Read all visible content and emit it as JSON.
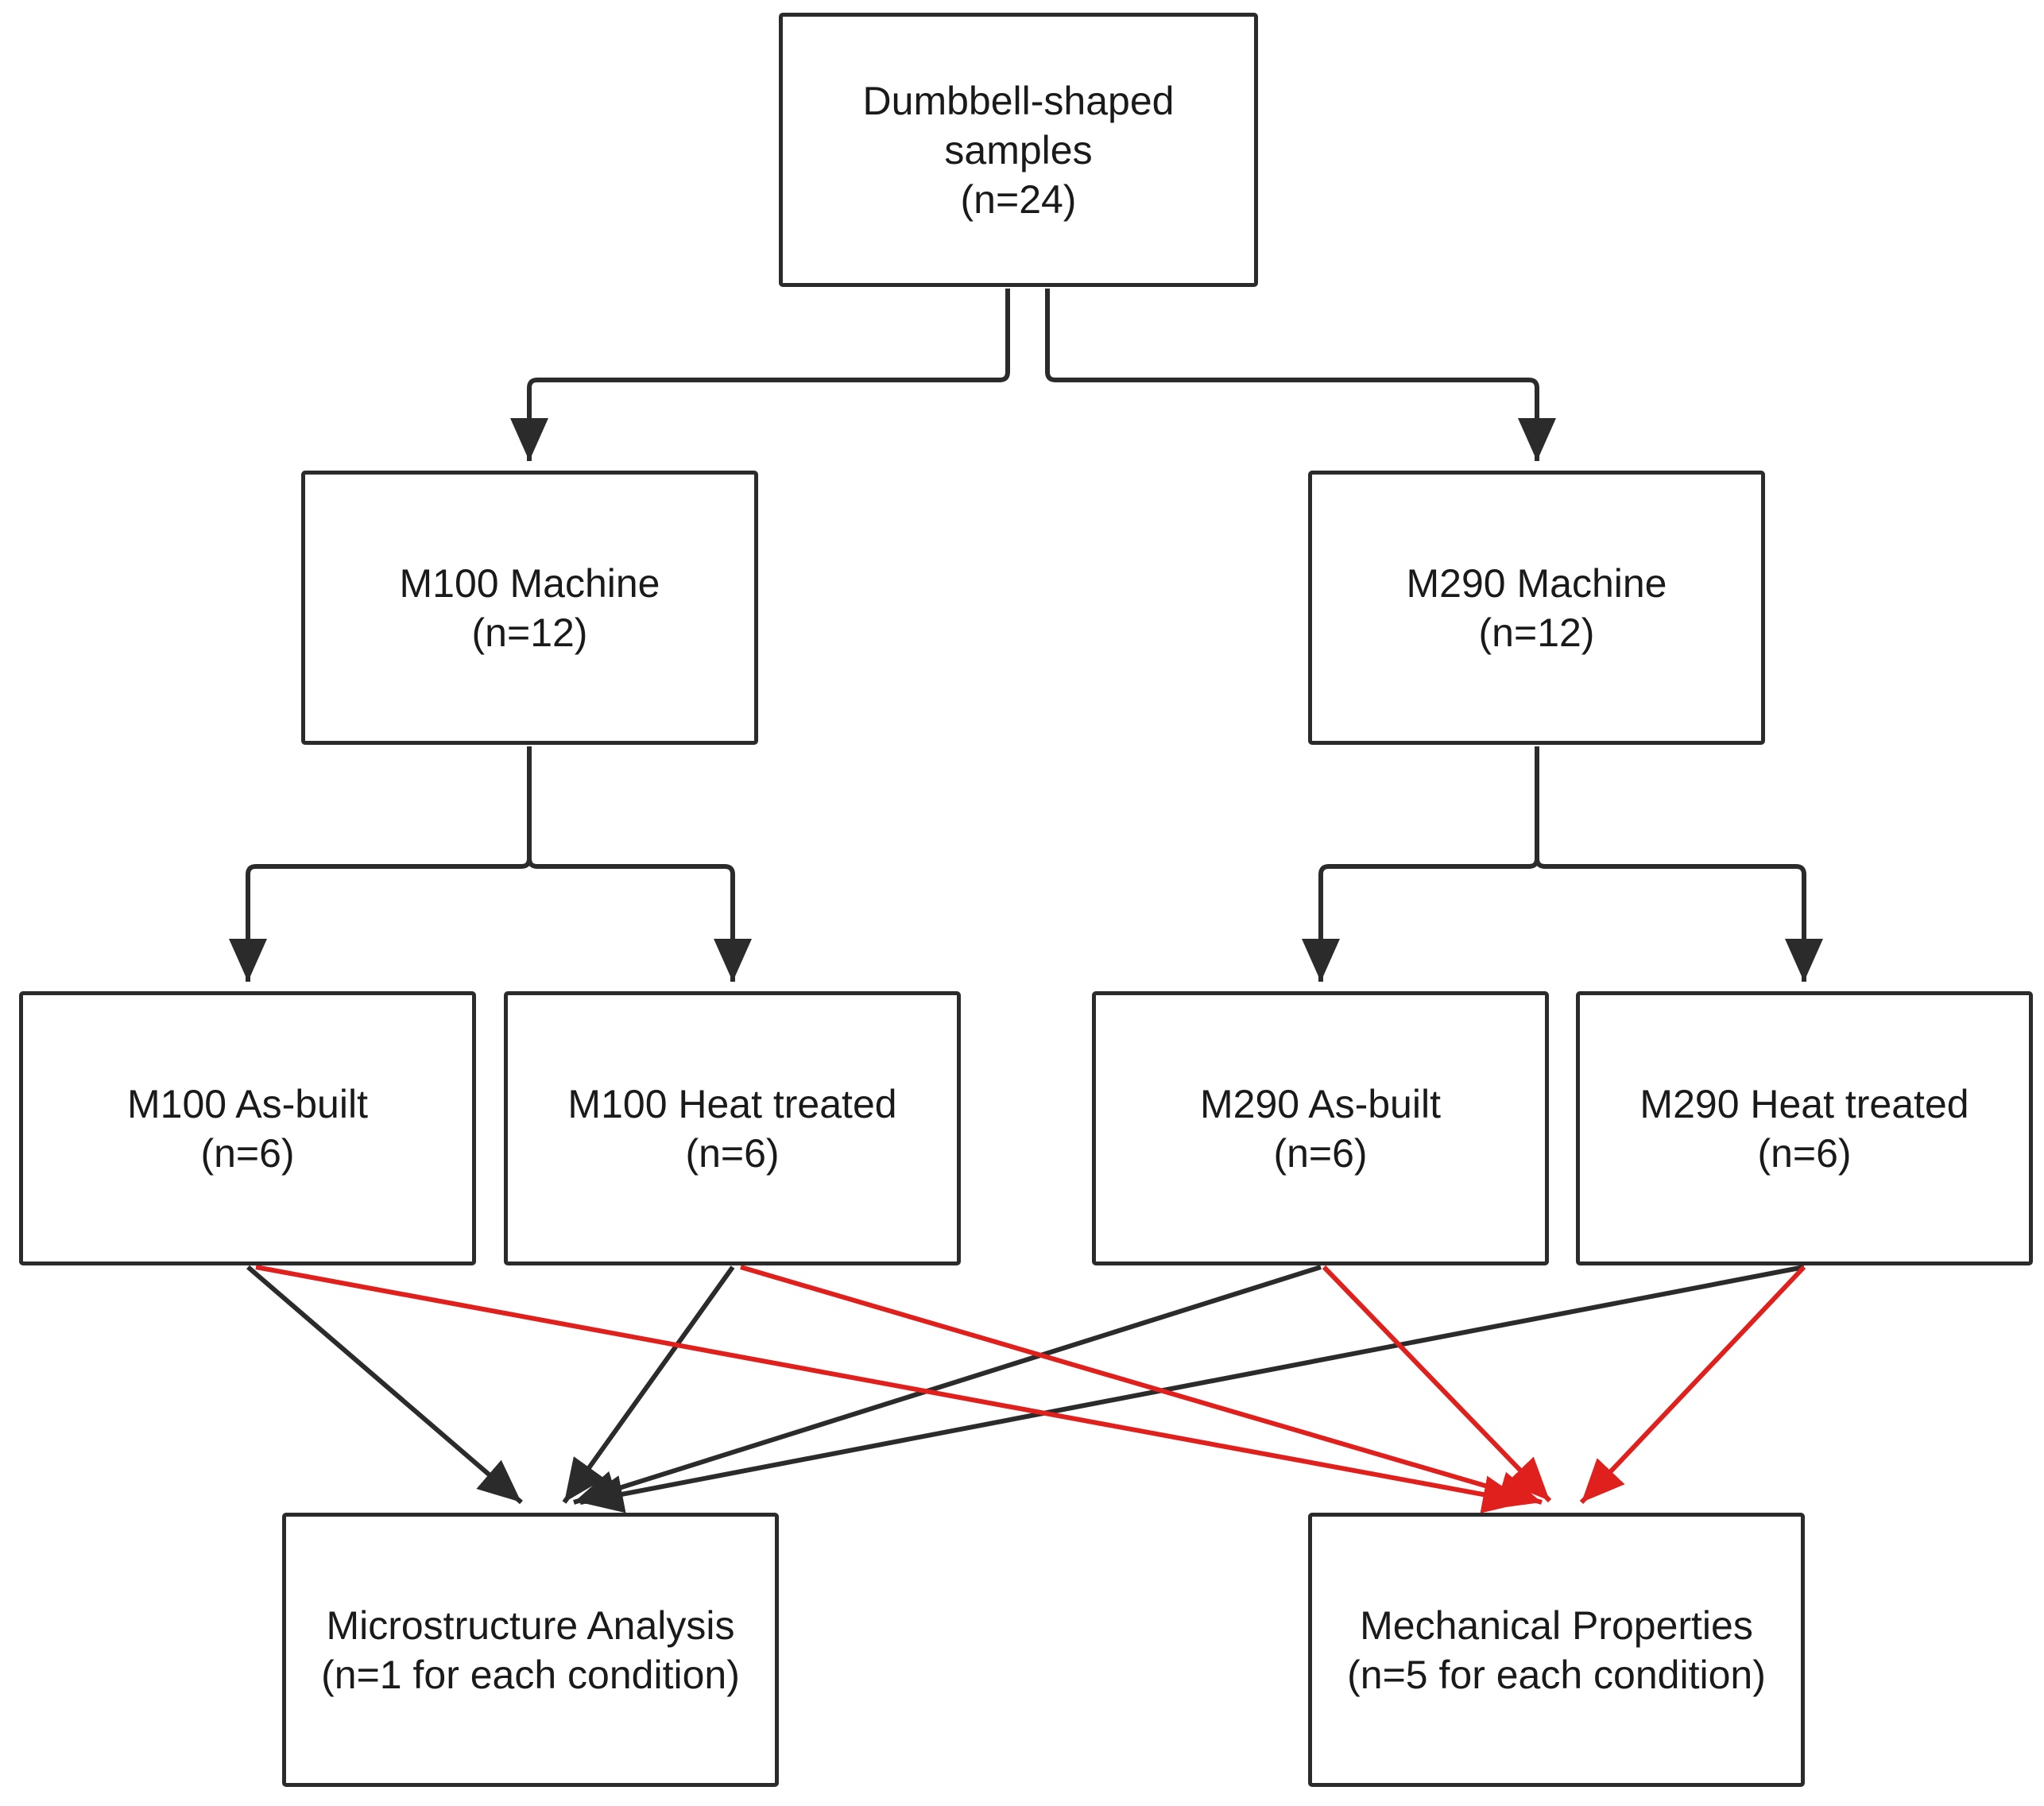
{
  "colors": {
    "border": "#2b2b2b",
    "connector": "#2b2b2b",
    "red_arrow": "#e0201d",
    "text": "#1a1a1a",
    "background": "#ffffff"
  },
  "nodes": {
    "root": {
      "line1": "Dumbbell-shaped",
      "line2": "samples",
      "line3": "(n=24)"
    },
    "m100": {
      "line1": "M100 Machine",
      "line2": "(n=12)"
    },
    "m290": {
      "line1": "M290 Machine",
      "line2": "(n=12)"
    },
    "m100a": {
      "line1": "M100 As-built",
      "line2": "(n=6)"
    },
    "m100h": {
      "line1": "M100 Heat treated",
      "line2": "(n=6)"
    },
    "m290a": {
      "line1": "M290 As-built",
      "line2": "(n=6)"
    },
    "m290h": {
      "line1": "M290 Heat treated",
      "line2": "(n=6)"
    },
    "micro": {
      "line1": "Microstructure Analysis",
      "line2": "(n=1 for each condition)"
    },
    "mech": {
      "line1": "Mechanical Properties",
      "line2": "(n=5 for each condition)"
    }
  },
  "edges": [
    {
      "from": "root",
      "to": "m100",
      "color": "dark"
    },
    {
      "from": "root",
      "to": "m290",
      "color": "dark"
    },
    {
      "from": "m100",
      "to": "m100a",
      "color": "dark"
    },
    {
      "from": "m100",
      "to": "m100h",
      "color": "dark"
    },
    {
      "from": "m290",
      "to": "m290a",
      "color": "dark"
    },
    {
      "from": "m290",
      "to": "m290h",
      "color": "dark"
    },
    {
      "from": "m100a",
      "to": "micro",
      "color": "dark"
    },
    {
      "from": "m100h",
      "to": "micro",
      "color": "dark"
    },
    {
      "from": "m290a",
      "to": "micro",
      "color": "dark"
    },
    {
      "from": "m290h",
      "to": "micro",
      "color": "dark"
    },
    {
      "from": "m100a",
      "to": "mech",
      "color": "red"
    },
    {
      "from": "m100h",
      "to": "mech",
      "color": "red"
    },
    {
      "from": "m290a",
      "to": "mech",
      "color": "red"
    },
    {
      "from": "m290h",
      "to": "mech",
      "color": "red"
    }
  ]
}
